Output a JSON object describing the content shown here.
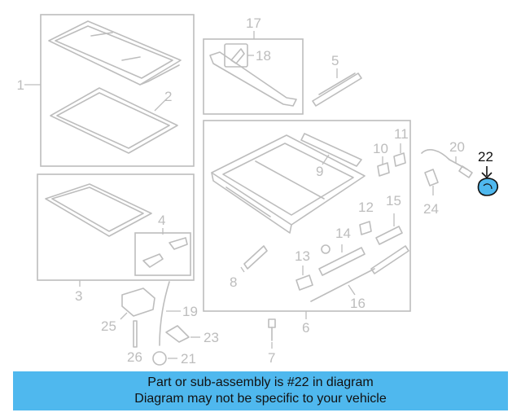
{
  "diagram": {
    "callouts": {
      "c1": "1",
      "c2": "2",
      "c3": "3",
      "c4": "4",
      "c5": "5",
      "c6": "6",
      "c7": "7",
      "c8": "8",
      "c9": "9",
      "c10": "10",
      "c11": "11",
      "c12": "12",
      "c13": "13",
      "c14": "14",
      "c15": "15",
      "c16": "16",
      "c17": "17",
      "c18": "18",
      "c19": "19",
      "c20": "20",
      "c21": "21",
      "c22": "22",
      "c23": "23",
      "c24": "24",
      "c25": "25",
      "c26": "26"
    },
    "highlight_color": "#4fb8ee",
    "line_color": "#bdbdbd"
  },
  "banner": {
    "line1": "Part or sub-assembly is #22 in diagram",
    "line2": "Diagram may not be specific to your vehicle",
    "background": "#4fb8ee"
  }
}
